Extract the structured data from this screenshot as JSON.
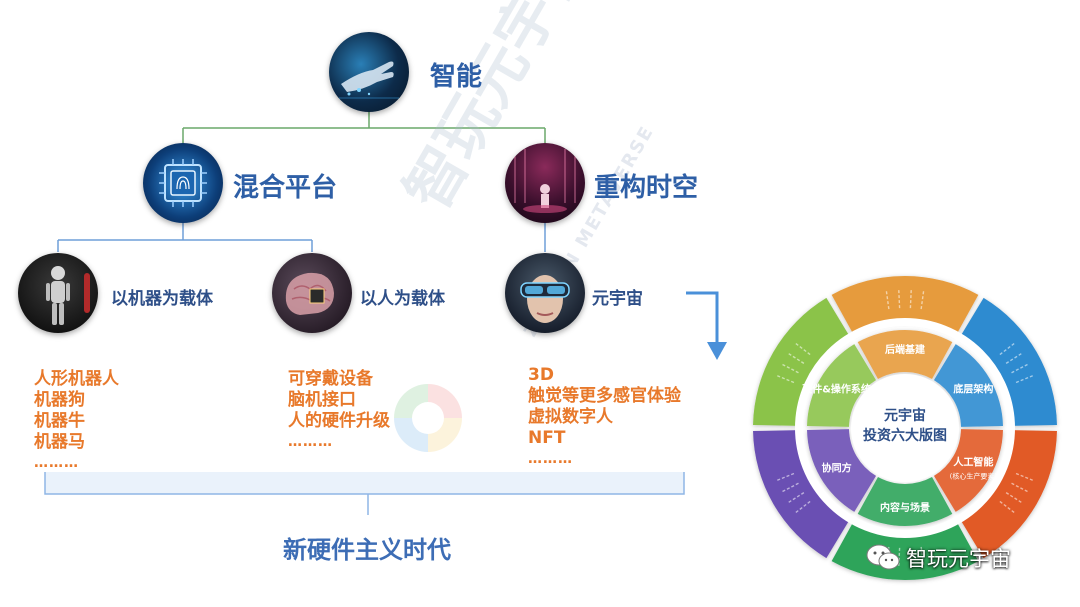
{
  "tree": {
    "root": {
      "label": "智能",
      "icon": "robot-hand-icon"
    },
    "level2": [
      {
        "label": "混合平台",
        "icon": "chip-fingerprint-icon"
      },
      {
        "label": "重构时空",
        "icon": "vr-stage-icon"
      }
    ],
    "level3": [
      {
        "label": "以机器为载体",
        "icon": "humanoid-robot-icon",
        "items": [
          "人形机器人",
          "机器狗",
          "机器牛",
          "机器马"
        ],
        "more": "………"
      },
      {
        "label": "以人为载体",
        "icon": "brain-chip-icon",
        "items": [
          "可穿戴设备",
          "脑机接口",
          "人的硬件升级"
        ],
        "more": "………"
      },
      {
        "label": "元宇宙",
        "icon": "vr-face-icon",
        "items": [
          "3D",
          "触觉等更多感官体验",
          "虚拟数字人",
          "NFT"
        ],
        "more": "………"
      }
    ],
    "bracket_label": "新硬件主义时代"
  },
  "wheel": {
    "center": [
      "元宇宙",
      "投资六大版图"
    ],
    "segments": [
      {
        "label": "后端基建",
        "color": "#e69b3c"
      },
      {
        "label": "底层架构",
        "color": "#2e8bd0"
      },
      {
        "label": "人工智能",
        "sub": "(核心生产要素)",
        "color": "#e15a25"
      },
      {
        "label": "内容与场景",
        "color": "#2ea45a"
      },
      {
        "label": "协同方",
        "color": "#6b4fb3"
      },
      {
        "label": "硬件&操作系统",
        "color": "#8bc34a"
      }
    ]
  },
  "watermark": {
    "text": "智玩元宇宙",
    "subtext": "ZHIWAN METAVERSE"
  },
  "footer_brand": {
    "label": "智玩元宇宙",
    "icon": "wechat-icon"
  }
}
